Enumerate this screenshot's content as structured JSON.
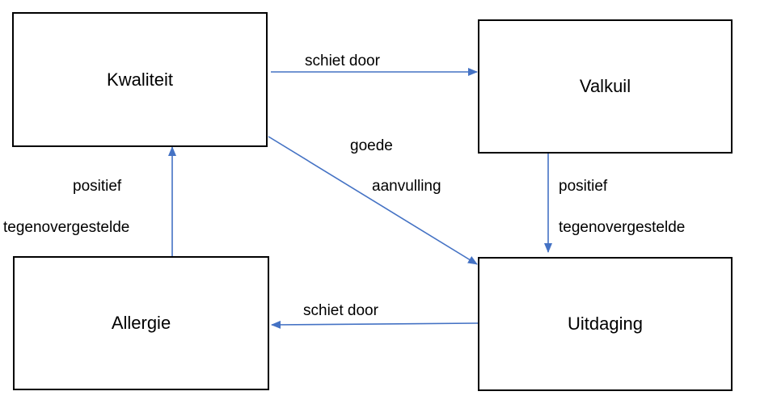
{
  "nodes": {
    "kwaliteit": "Kwaliteit",
    "valkuil": "Valkuil",
    "uitdaging": "Uitdaging",
    "allergie": "Allergie"
  },
  "edges": {
    "kwaliteit_valkuil": "schiet door",
    "kwaliteit_uitdaging_1": "goede",
    "kwaliteit_uitdaging_2": "aanvulling",
    "valkuil_uitdaging_1": "positief",
    "valkuil_uitdaging_2": "tegenovergestelde",
    "uitdaging_allergie": "schiet door",
    "allergie_kwaliteit_1": "positief",
    "allergie_kwaliteit_2": "tegenovergestelde"
  },
  "colors": {
    "arrow": "#4472C4",
    "border": "#000000"
  }
}
